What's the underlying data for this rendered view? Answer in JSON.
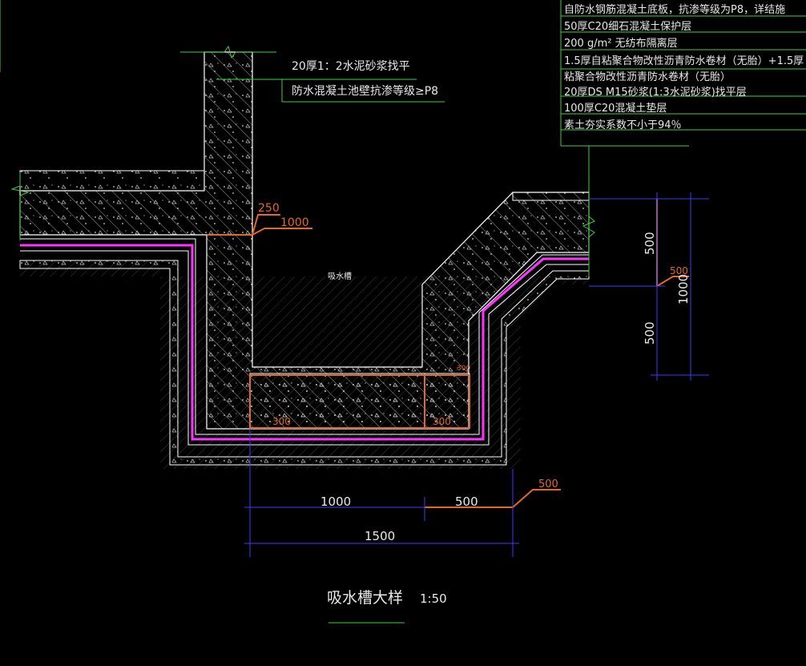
{
  "notes_top": {
    "lines": [
      "自防水钢筋混凝土底板，抗渗等级为P8，详结施",
      "50厚C20细石混凝土保护层",
      "200 g/m² 无纺布隔离层",
      "1.5厚自粘聚合物改性沥青防水卷材（无胎）+1.5厚",
      "粘聚合物改性沥青防水卷材（无胎）",
      "20厚DS  M15砂浆(1:3水泥砂浆)找平层",
      "100厚C20混凝土垫层",
      "素土夯实系数不小于94％"
    ]
  },
  "notes_wall": {
    "line1": "20厚1：2水泥砂浆找平",
    "line2": "防水混凝土池壁抗渗等级≥P8"
  },
  "labels": {
    "pit_name": "吸水槽",
    "dim_250": "250",
    "dim_1000_top": "1000",
    "dim_300_left": "300",
    "dim_300_right": "300",
    "dim_300_small": "300",
    "dim_1000_bottom": "1000",
    "dim_500_bottom": "500",
    "dim_500_leader": "500",
    "dim_1500": "1500",
    "dim_500_right_upper": "500",
    "dim_500_right_lower": "500",
    "dim_1000_right": "1000",
    "dim_500_right_leader": "500"
  },
  "caption": {
    "title": "吸水槽大样",
    "scale": "1:50"
  },
  "colors": {
    "background": "#000000",
    "outline": "#ffffff",
    "hatch": "#bdbdbd",
    "membrane": "#ff33ff",
    "dimension": "#3c3cff",
    "dimension_text": "#e8e8e8",
    "annotation": "#e2672b",
    "leader": "#3ecf3e"
  }
}
